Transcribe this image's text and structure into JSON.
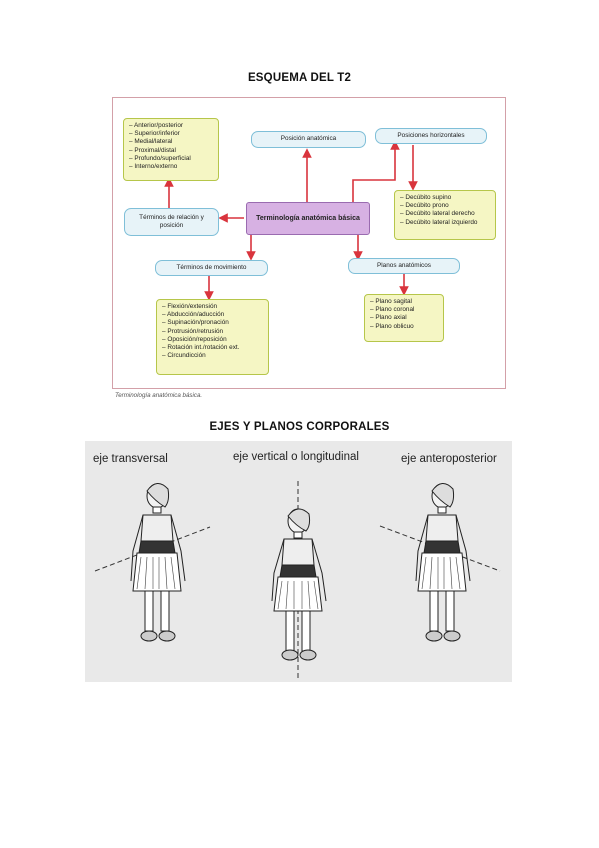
{
  "headings": {
    "scheme": "ESQUEMA DEL T2",
    "axes": "EJES Y PLANOS CORPORALES"
  },
  "concept_map": {
    "center": "Terminología anatómica básica",
    "relation_list": [
      "Anterior/posterior",
      "Superior/inferior",
      "Medial/lateral",
      "Proximal/distal",
      "Profundo/superficial",
      "Interno/externo"
    ],
    "relation_terms": "Términos de relación y posición",
    "anatomical_position": "Posición anatómica",
    "horizontal_positions": "Posiciones horizontales",
    "horizontal_list": [
      "Decúbito supino",
      "Decúbito prono",
      "Decúbito lateral derecho",
      "Decúbito lateral izquierdo"
    ],
    "movement_terms": "Términos de movimiento",
    "movement_list": [
      "Flexión/extensión",
      "Abducción/aducción",
      "Supinación/pronación",
      "Protrusión/retrusión",
      "Oposición/reposición",
      "Rotación int./rotación ext.",
      "Circundicción"
    ],
    "anatomical_planes": "Planos anatómicos",
    "planes_list": [
      "Plano sagital",
      "Plano coronal",
      "Plano axial",
      "Plano oblicuo"
    ],
    "caption": "Terminología anatómica básica."
  },
  "axes_figure": {
    "labels": [
      "eje transversal",
      "eje vertical o longitudinal",
      "eje anteroposterior"
    ]
  },
  "colors": {
    "arrow": "#d9343d",
    "blue_box": "#e7f3f8",
    "yellow_box": "#f5f6c4",
    "purple_box": "#d7b1e3"
  }
}
